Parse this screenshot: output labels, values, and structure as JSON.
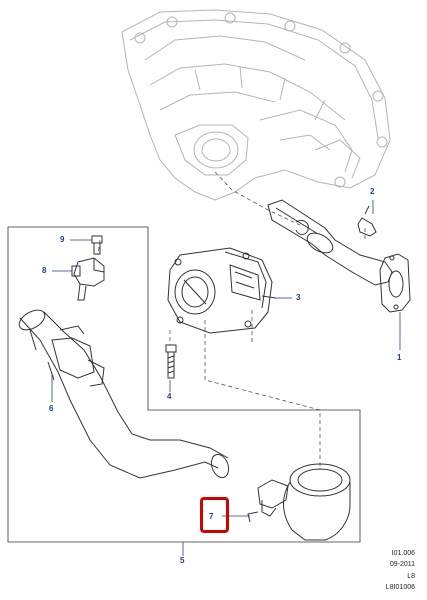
{
  "callouts": {
    "c1": "1",
    "c2": "2",
    "c3": "3",
    "c4": "4",
    "c5": "5",
    "c6": "6",
    "c7": "7",
    "c8": "8",
    "c9": "9"
  },
  "reference": {
    "code": "I01.006",
    "date": "09-2011",
    "model": "L8",
    "image_code": "L8I01006"
  },
  "colors": {
    "callout": "#1f3f99",
    "highlight": "#d40000",
    "linework": "#333333",
    "background_part": "#bbbbbb"
  }
}
